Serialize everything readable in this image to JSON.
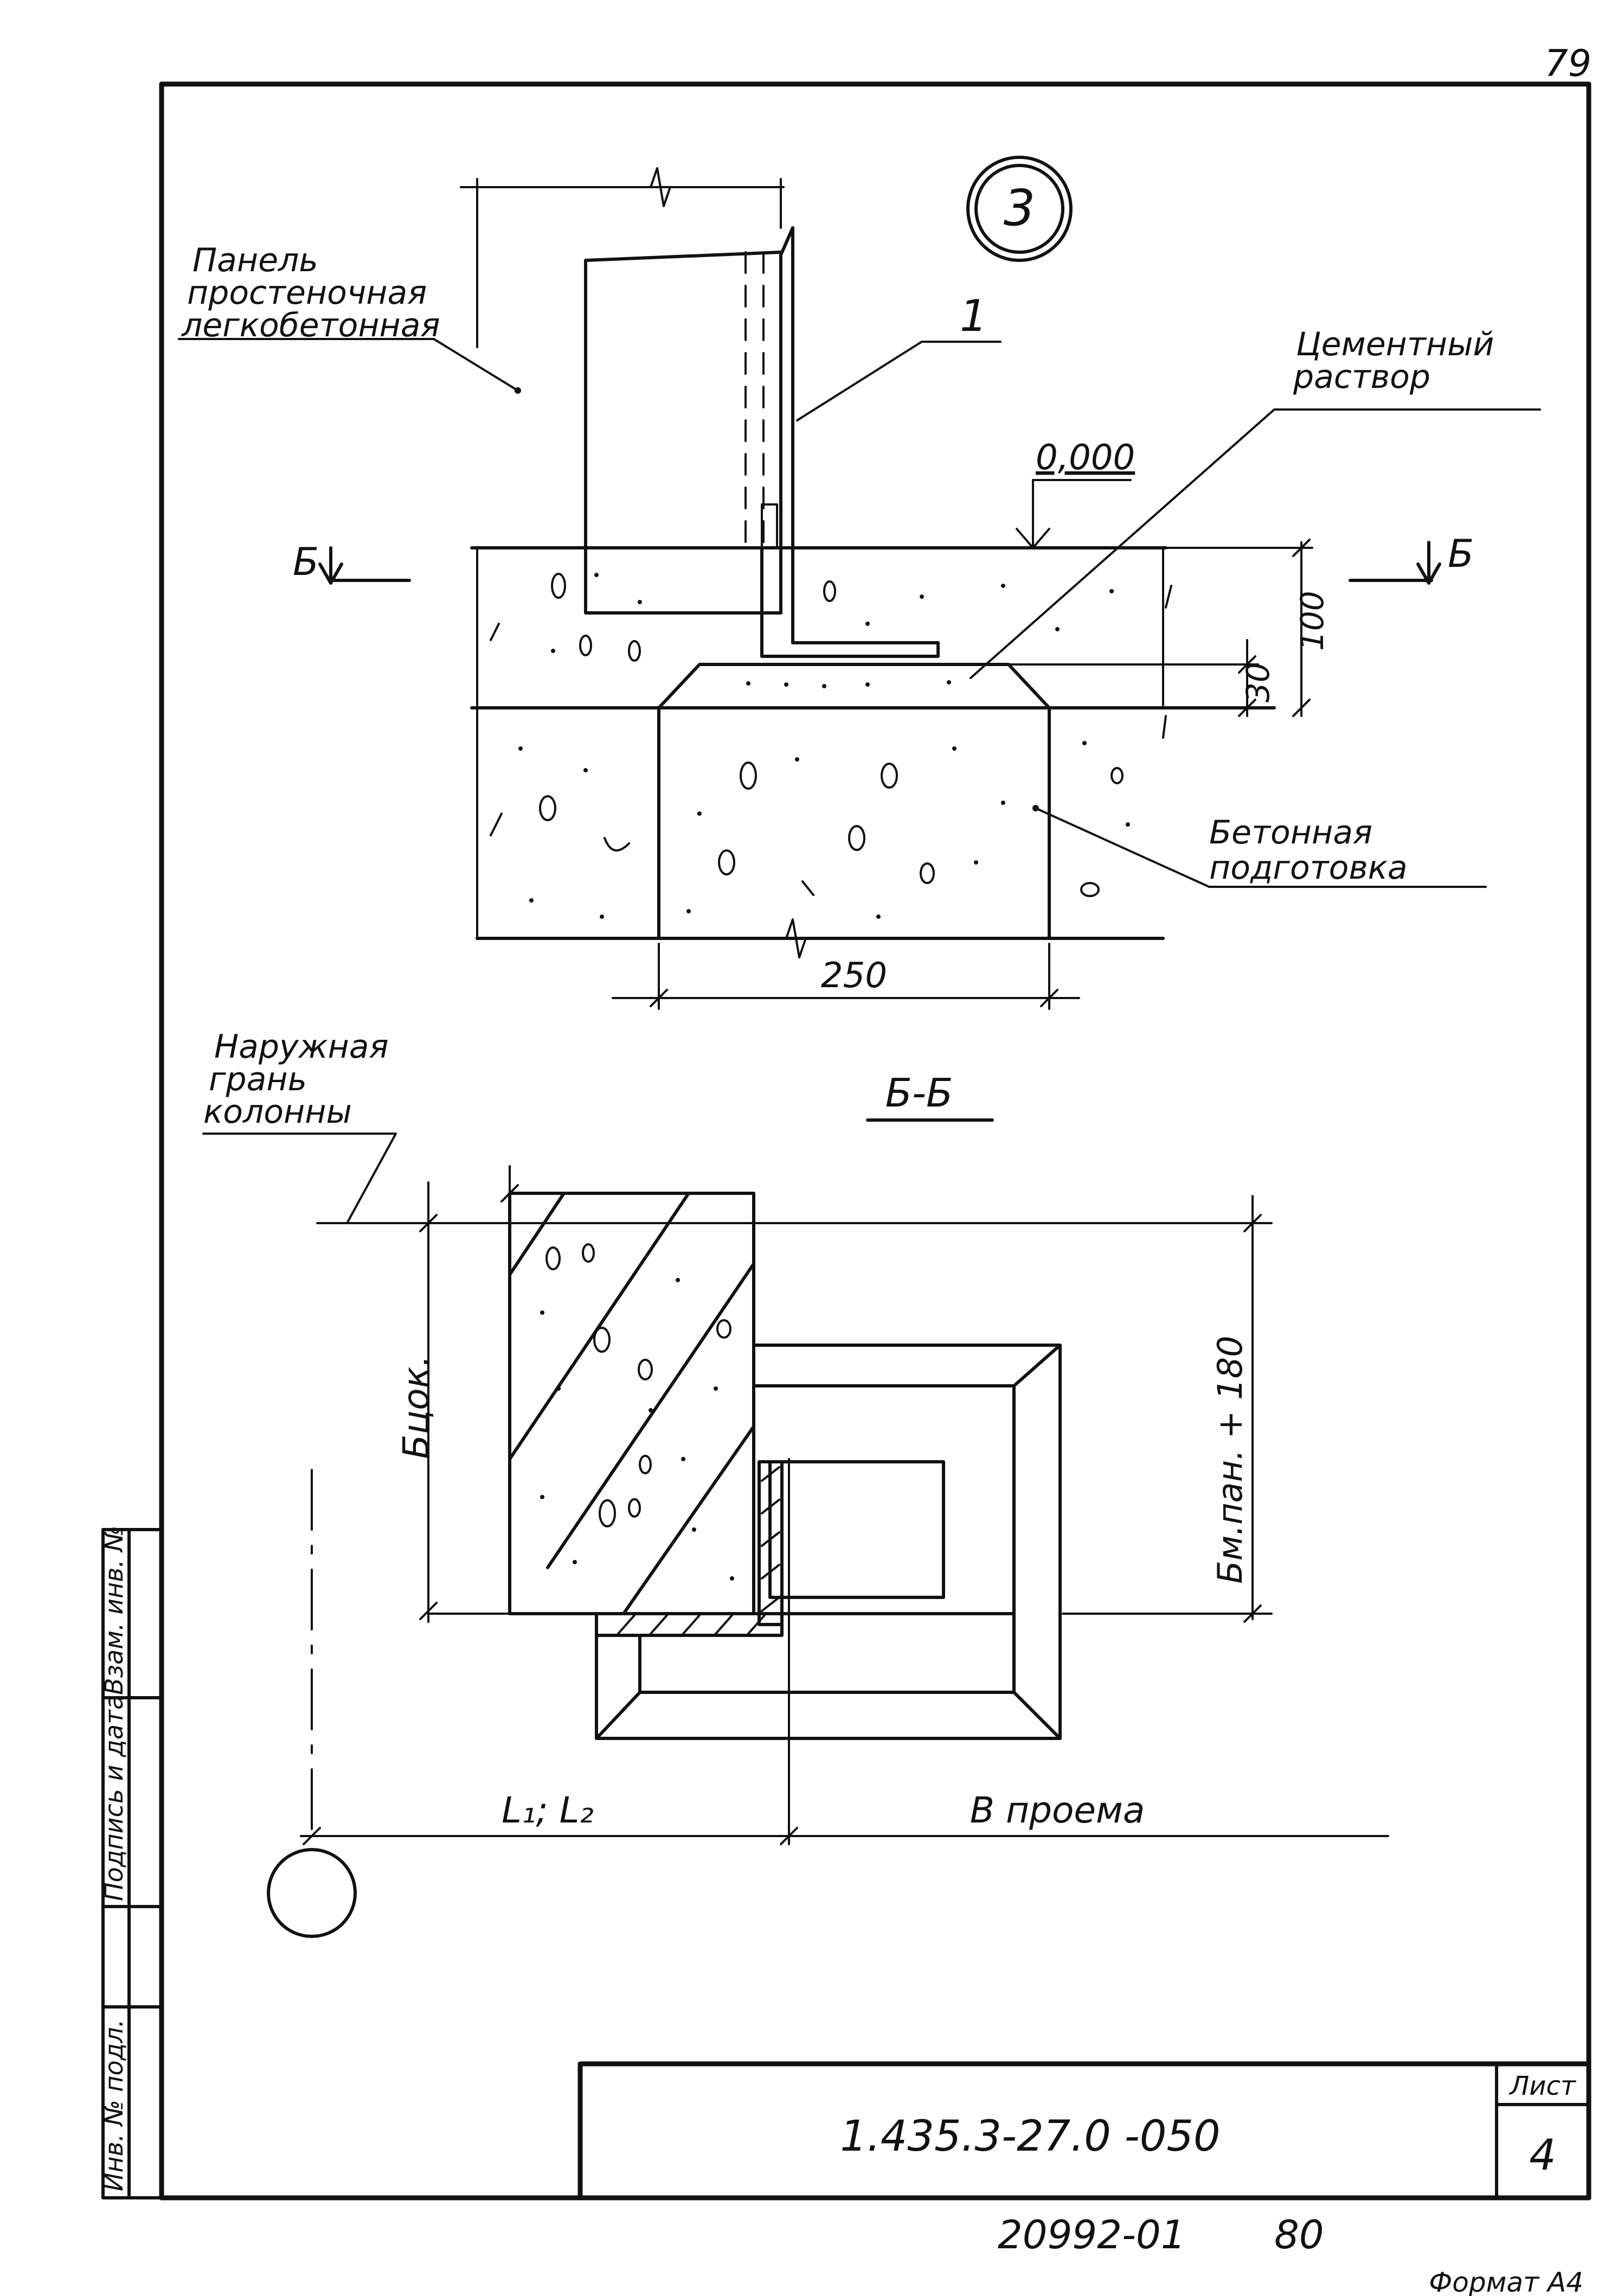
{
  "sheet": {
    "page_number": "79",
    "callout_number": "3",
    "designation": "1.435.3-27.0 -050",
    "sheet_label": "Лист",
    "sheet_number": "4",
    "inventory_number": "20992-01",
    "inventory_page": "80",
    "format_label": "Формат А4"
  },
  "side_stamp": {
    "field_1": "Инв. № подл.",
    "field_2": "Подпись и дата",
    "field_3": "Взам. инв. №"
  },
  "detail": {
    "label_panel_1": "Панель",
    "label_panel_2": "простеночная",
    "label_panel_3": "легкобетонная",
    "label_item": "1",
    "label_mortar_1": "Цементный",
    "label_mortar_2": "раствор",
    "label_concrete_1": "Бетонная",
    "label_concrete_2": "подготовка",
    "level_mark": "0,000",
    "section_mark_left": "Б",
    "section_mark_right": "Б",
    "dim_100": "100",
    "dim_30": "30",
    "dim_250": "250"
  },
  "section": {
    "title": "Б-Б",
    "label_face_1": "Наружная",
    "label_face_2": "грань",
    "label_face_3": "колонны",
    "dim_column": "Бцок.",
    "dim_panel": "Бм.пан. + 180",
    "dim_l": "L₁; L₂",
    "dim_opening": "В проема"
  }
}
